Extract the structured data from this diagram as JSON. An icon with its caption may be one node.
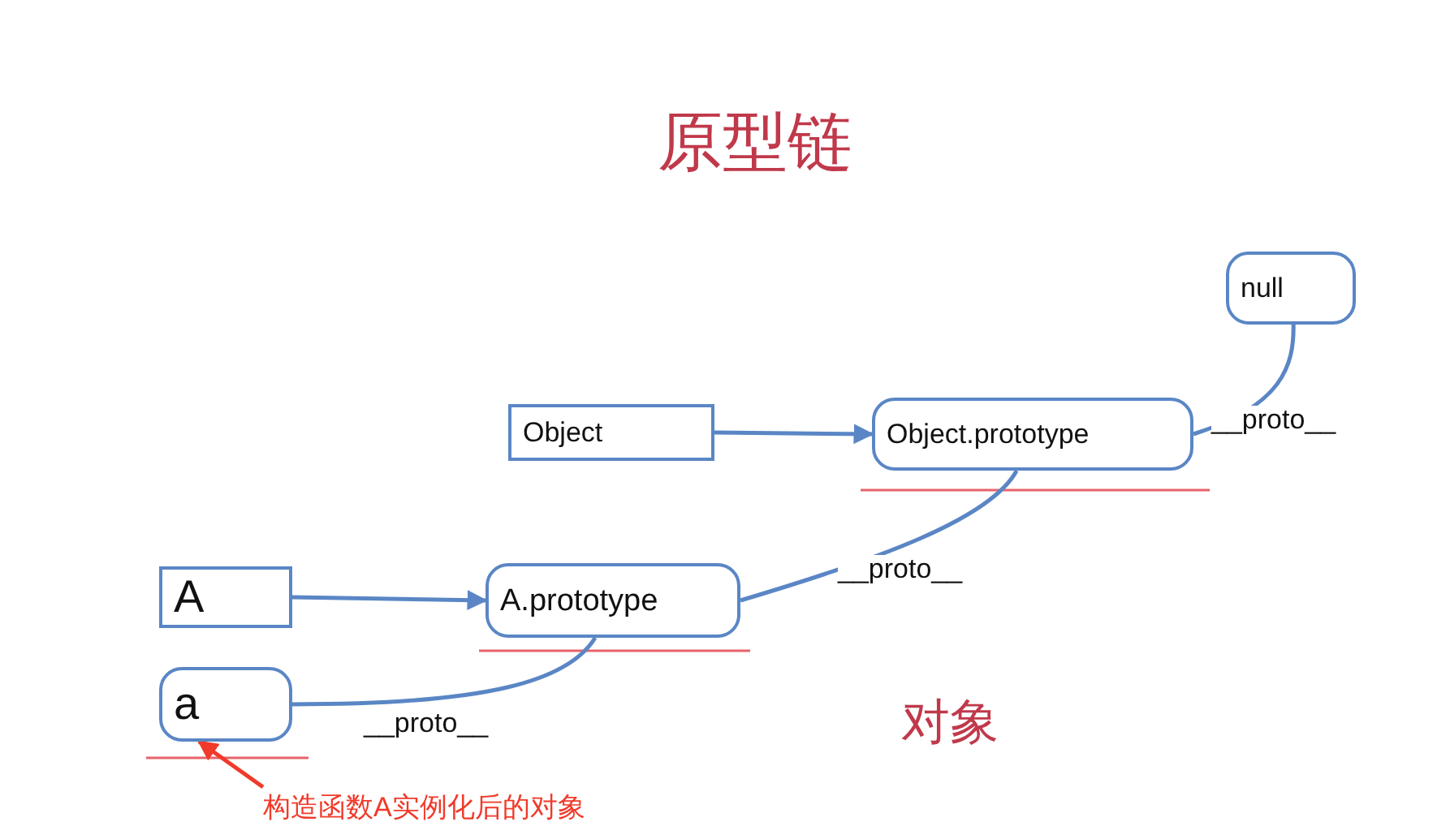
{
  "diagram": {
    "title": "原型链",
    "nodes": [
      {
        "text": [
          "null"
        ]
      },
      {
        "text": [
          "Object"
        ]
      },
      {
        "text": [
          "Object.prototype"
        ]
      },
      {
        "text": [
          "A"
        ]
      },
      {
        "text": [
          "A.prototype"
        ]
      },
      {
        "text": [
          "a"
        ]
      },
      {
        "text": [
          "构造函数A实例化后的对象"
        ]
      }
    ],
    "edges": [
      {
        "from": 1,
        "to": 2,
        "arrow": "to"
      },
      {
        "from": 3,
        "to": 4,
        "arrow": "to"
      },
      {
        "from": 5,
        "to": 4,
        "arrow": "none",
        "label": "__proto__"
      },
      {
        "from": 4,
        "to": 2,
        "arrow": "none",
        "label": "__proto__"
      },
      {
        "from": 2,
        "to": 0,
        "arrow": "none",
        "label": "__proto__"
      },
      {
        "from": 6,
        "to": 5,
        "arrow": "to",
        "color": "#f03a2a"
      }
    ],
    "labels": [
      "对象"
    ]
  }
}
